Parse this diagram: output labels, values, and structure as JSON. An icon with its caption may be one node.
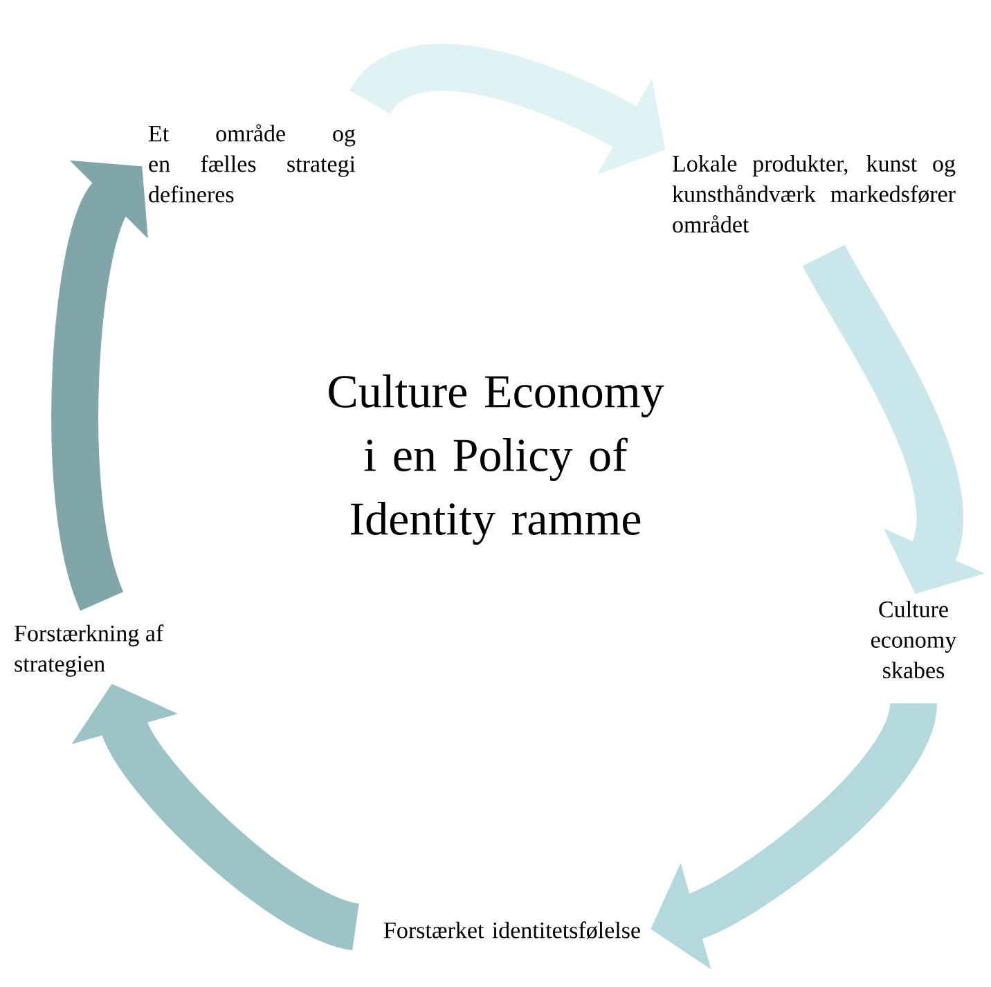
{
  "diagram": {
    "title": "Culture Economy i en Policy of Identity ramme",
    "nodes": [
      {
        "text": [
          "Et område og en fælles strategi defineres"
        ]
      },
      {
        "text": [
          "Lokale produkter, kunst og kunsthåndværk markedsfører området"
        ]
      },
      {
        "text": [
          "Culture economy skabes"
        ]
      },
      {
        "text": [
          "Forstærket identitetsfølelse"
        ]
      },
      {
        "text": [
          "Forstærkning af strategien"
        ]
      }
    ],
    "edges": [
      {
        "from": 0,
        "to": 1,
        "arrow": "to",
        "color": "#dff2f4"
      },
      {
        "from": 1,
        "to": 2,
        "arrow": "to",
        "color": "#c9e7eb"
      },
      {
        "from": 2,
        "to": 3,
        "arrow": "to",
        "color": "#b3d9dd"
      },
      {
        "from": 3,
        "to": 4,
        "arrow": "to",
        "color": "#9cc3c6"
      },
      {
        "from": 4,
        "to": 0,
        "arrow": "to",
        "color": "#80a6a9"
      }
    ]
  }
}
